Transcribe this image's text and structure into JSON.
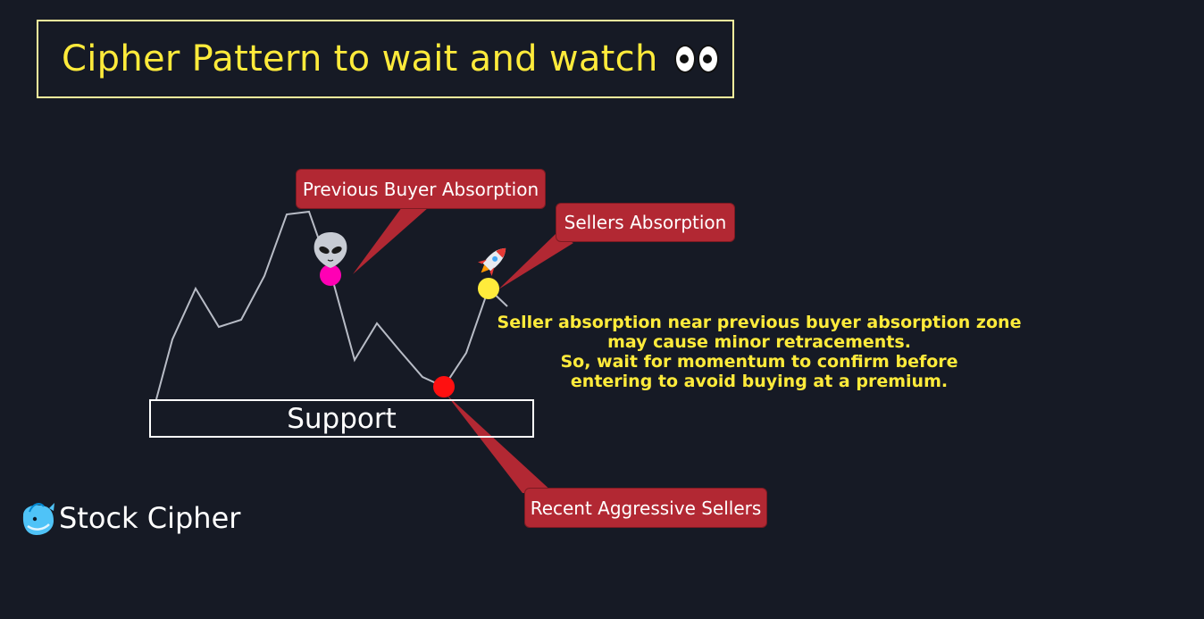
{
  "title": "Cipher Pattern to wait and watch",
  "title_icon": "eyes-icon",
  "callouts": {
    "previous_buyer": "Previous Buyer Absorption",
    "sellers_absorption": "Sellers Absorption",
    "recent_sellers": "Recent Aggressive Sellers"
  },
  "support_label": "Support",
  "note_lines": [
    "Seller absorption near previous buyer absorption zone",
    "may cause minor retracements.",
    "So, wait for momentum to confirm before",
    "entering to avoid buying at a premium."
  ],
  "brand": "Stock Cipher",
  "icons": {
    "alien": "alien-icon",
    "rocket": "rocket-icon",
    "brand_logo": "whale-logo-icon"
  },
  "colors": {
    "background": "#161a25",
    "title": "#ffeb3b",
    "title_border": "#fff59d",
    "callout": "#b22833",
    "note": "#ffeb3b",
    "price_line": "#b8bcc6",
    "dot_buyer": "#ff00b4",
    "dot_seller_absorption": "#ffeb3b",
    "dot_aggressive_seller": "#ff1010"
  }
}
